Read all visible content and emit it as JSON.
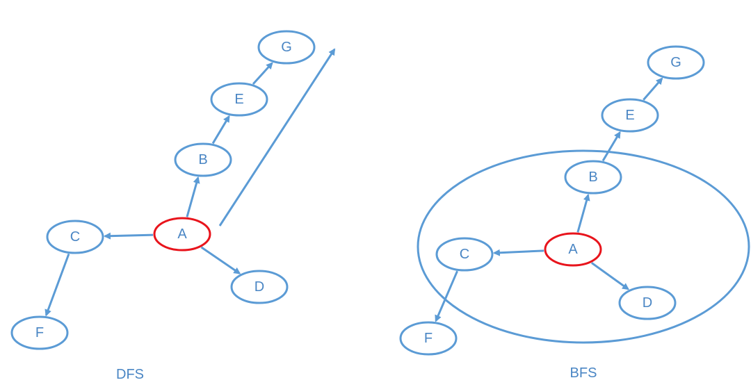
{
  "colors": {
    "edge": "#5b9bd5",
    "node_border": "#5b9bd5",
    "start_node_border": "#e8141c",
    "text": "#4a86c4"
  },
  "diagrams": [
    {
      "caption": "DFS",
      "start": "A",
      "nodes": [
        "A",
        "B",
        "C",
        "D",
        "E",
        "F",
        "G"
      ],
      "edges": [
        [
          "A",
          "B"
        ],
        [
          "B",
          "E"
        ],
        [
          "E",
          "G"
        ],
        [
          "A",
          "C"
        ],
        [
          "C",
          "F"
        ],
        [
          "A",
          "D"
        ]
      ],
      "extra_arrow": true,
      "level_ring": false
    },
    {
      "caption": "BFS",
      "start": "A",
      "nodes": [
        "A",
        "B",
        "C",
        "D",
        "E",
        "F",
        "G"
      ],
      "edges": [
        [
          "A",
          "B"
        ],
        [
          "B",
          "E"
        ],
        [
          "E",
          "G"
        ],
        [
          "A",
          "C"
        ],
        [
          "C",
          "F"
        ],
        [
          "A",
          "D"
        ]
      ],
      "extra_arrow": false,
      "level_ring": true
    }
  ]
}
